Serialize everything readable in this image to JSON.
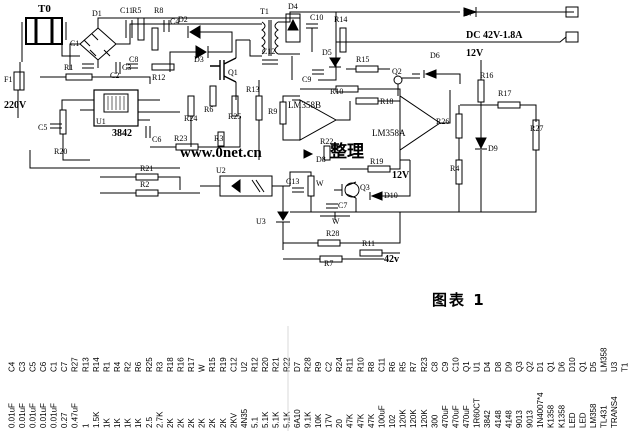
{
  "labels": {
    "transformer_t0": "T0",
    "fuse": "F1",
    "mains": "220V",
    "d1": "D1",
    "c1": "C1",
    "c2": "C2",
    "c3": "C3",
    "c4": "C4",
    "c5": "C5",
    "c6": "C6",
    "c7": "C7",
    "c8": "C8",
    "c9": "C9",
    "c10": "C10",
    "c11": "C11",
    "c12": "C12",
    "c13": "C13",
    "r1": "R1",
    "r2": "R2",
    "r3": "R3",
    "r4": "R4",
    "r5": "R5",
    "r6": "R6",
    "r7": "R7",
    "r8": "R8",
    "r9": "R9",
    "r10": "R10",
    "r11": "R11",
    "r12": "R12",
    "r13": "R13",
    "r14": "R14",
    "r15": "R15",
    "r16": "R16",
    "r17": "R17",
    "r18": "R18",
    "r19": "R19",
    "r20": "R20",
    "r21": "R21",
    "r22": "R22",
    "r23": "R23",
    "r24": "R24",
    "r25": "R25",
    "r26": "R26",
    "r27": "R27",
    "r28": "R28",
    "d2": "D2",
    "d3": "D3",
    "d4": "D4",
    "d5": "D5",
    "d6": "D6",
    "d7": "D7",
    "d8": "D8",
    "d9": "D9",
    "d10": "D10",
    "q1": "Q1",
    "q2": "Q2",
    "q3": "Q3",
    "t1": "T1",
    "u1": "U1",
    "u1_part": "3842",
    "u2": "U2",
    "u3": "U3",
    "lm358b": "LM358B",
    "lm358a": "LM358A",
    "out_dc": "DC 42V-1.8A",
    "v12_top": "12V",
    "v12_mid": "12V",
    "v42": "42v",
    "watermark": "www.0net.cn",
    "watermark_cjk": "整理",
    "w1": "W",
    "w2": "W"
  },
  "caption": "图表 1",
  "bom": [
    {
      "ref": "C4",
      "value": "0.01uF"
    },
    {
      "ref": "C3",
      "value": "0.01uF"
    },
    {
      "ref": "C5",
      "value": "0.01uF"
    },
    {
      "ref": "C6",
      "value": "0.01uF"
    },
    {
      "ref": "C1",
      "value": "0.01uF"
    },
    {
      "ref": "C7",
      "value": "0.27"
    },
    {
      "ref": "R27",
      "value": "0.47uF"
    },
    {
      "ref": "R13",
      "value": "1"
    },
    {
      "ref": "R14",
      "value": "1.5K"
    },
    {
      "ref": "R1",
      "value": "1K"
    },
    {
      "ref": "R4",
      "value": "1K"
    },
    {
      "ref": "R2",
      "value": "1K"
    },
    {
      "ref": "R6",
      "value": "1K"
    },
    {
      "ref": "R25",
      "value": "2.5"
    },
    {
      "ref": "R3",
      "value": "2.7K"
    },
    {
      "ref": "R18",
      "value": "2K"
    },
    {
      "ref": "R16",
      "value": "2K"
    },
    {
      "ref": "R17",
      "value": "2K"
    },
    {
      "ref": "W",
      "value": "2K"
    },
    {
      "ref": "R15",
      "value": "2K"
    },
    {
      "ref": "R19",
      "value": "2K"
    },
    {
      "ref": "C12",
      "value": "2KV"
    },
    {
      "ref": "U2",
      "value": "4N35"
    },
    {
      "ref": "R12",
      "value": "5.1"
    },
    {
      "ref": "R20",
      "value": "5.1K"
    },
    {
      "ref": "R21",
      "value": "5.1K"
    },
    {
      "ref": "R22",
      "value": "5.1K"
    },
    {
      "ref": "D7",
      "value": "6A10"
    },
    {
      "ref": "R28",
      "value": "9.1K"
    },
    {
      "ref": "R9",
      "value": "10K"
    },
    {
      "ref": "C2",
      "value": "17V"
    },
    {
      "ref": "R24",
      "value": "20"
    },
    {
      "ref": "R11",
      "value": "47K"
    },
    {
      "ref": "R10",
      "value": "47K"
    },
    {
      "ref": "R8",
      "value": "47K"
    },
    {
      "ref": "C11",
      "value": "100uF"
    },
    {
      "ref": "R6",
      "value": "102"
    },
    {
      "ref": "R5",
      "value": "120K"
    },
    {
      "ref": "R7",
      "value": "120K"
    },
    {
      "ref": "R23",
      "value": "120K"
    },
    {
      "ref": "C8",
      "value": "300"
    },
    {
      "ref": "C9",
      "value": "470uF"
    },
    {
      "ref": "C10",
      "value": "470uF"
    },
    {
      "ref": "Q1",
      "value": "470uF"
    },
    {
      "ref": "U1",
      "value": "1R60CT"
    },
    {
      "ref": "D4",
      "value": "3842"
    },
    {
      "ref": "D8",
      "value": "4148"
    },
    {
      "ref": "D9",
      "value": "4148"
    },
    {
      "ref": "Q3",
      "value": "9013"
    },
    {
      "ref": "Q2",
      "value": "9013"
    },
    {
      "ref": "D1",
      "value": "1N4007*4"
    },
    {
      "ref": "Q1",
      "value": "K1358"
    },
    {
      "ref": "D6",
      "value": "K1358"
    },
    {
      "ref": "D10",
      "value": "LED"
    },
    {
      "ref": "Q1",
      "value": "LED"
    },
    {
      "ref": "D5",
      "value": "LM358"
    },
    {
      "ref": "LM358",
      "value": "TL431"
    },
    {
      "ref": "U3",
      "value": "TRANS4"
    },
    {
      "ref": "T1",
      "value": ""
    }
  ]
}
